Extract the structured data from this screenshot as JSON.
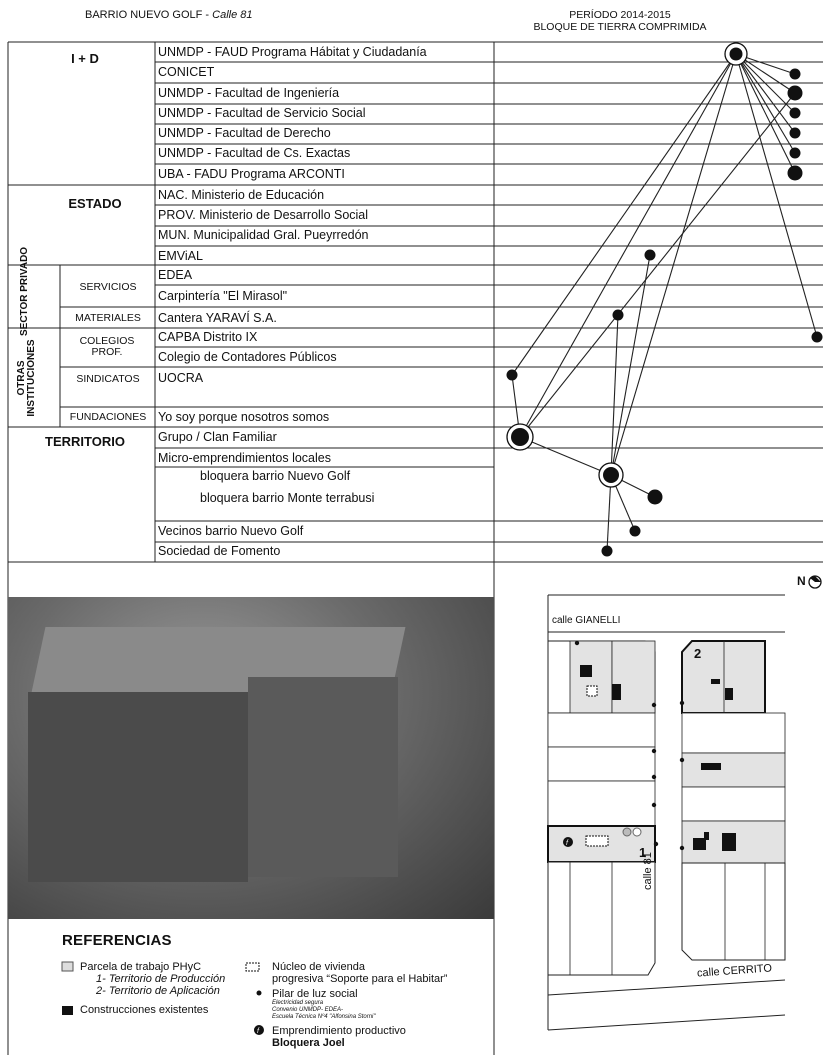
{
  "header": {
    "title_main": "BARRIO NUEVO GOLF - ",
    "title_italic": "Calle 81",
    "period_line1": "PERÍODO 2014-2015",
    "period_line2": "BLOQUE DE TIERRA COMPRIMIDA"
  },
  "categories": {
    "id": "I + D",
    "estado": "ESTADO",
    "sector_privado": "SECTOR PRIVADO",
    "servicios": "SERVICIOS",
    "materiales": "MATERIALES",
    "otras_instituciones": "OTRAS INSTITUCIONES",
    "colegios_prof": "COLEGIOS PROF.",
    "sindicatos": "SINDICATOS",
    "fundaciones": "FUNDACIONES",
    "territorio": "TERRITORIO"
  },
  "actors": [
    "UNMDP - FAUD Programa Hábitat y Ciudadanía",
    "CONICET",
    "UNMDP - Facultad de Ingeniería",
    "UNMDP - Facultad de Servicio Social",
    "UNMDP - Facultad de Derecho",
    "UNMDP - Facultad de Cs. Exactas",
    "UBA - FADU Programa ARCONTI",
    "NAC. Ministerio de Educación",
    "PROV. Ministerio de Desarrollo Social",
    "MUN. Municipalidad Gral. Pueyrredón",
    "EMViAL",
    "EDEA",
    "Carpintería \"El Mirasol\"",
    "Cantera YARAVÍ S.A.",
    "CAPBA Distrito IX",
    "Colegio de Contadores Públicos",
    "UOCRA",
    "Yo soy porque nosotros somos",
    "Grupo / Clan Familiar",
    "Micro-emprendimientos locales",
    "bloquera barrio Nuevo Golf",
    "bloquera barrio Monte terrabusi",
    "Vecinos barrio Nuevo Golf",
    "Sociedad de Fomento"
  ],
  "map": {
    "north": "N",
    "street_top": "calle GIANELLI",
    "street_side": "calle 81",
    "street_bottom": "calle CERRITO",
    "parcel_1": "1",
    "parcel_2": "2"
  },
  "references": {
    "title": "REFERENCIAS",
    "parcela": "Parcela de trabajo PHyC",
    "territorio_produccion": "1- Territorio de Producción",
    "territorio_aplicacion": "2- Territorio de Aplicación",
    "construcciones": "Construcciones existentes",
    "nucleo_1": "Núcleo de vivienda",
    "nucleo_2": "progresiva “Soporte para el Habitar”",
    "pilar": "Pilar de luz social",
    "pilar_small_1": "Electricidad segura",
    "pilar_small_2": "Convenio UNMDP- EDEA-",
    "pilar_small_3": "Escuela Técnica Nº4 \"Alfonsina Storni\"",
    "emprendimiento": "Emprendimiento productivo",
    "bloquera": "Bloquera Joel"
  }
}
